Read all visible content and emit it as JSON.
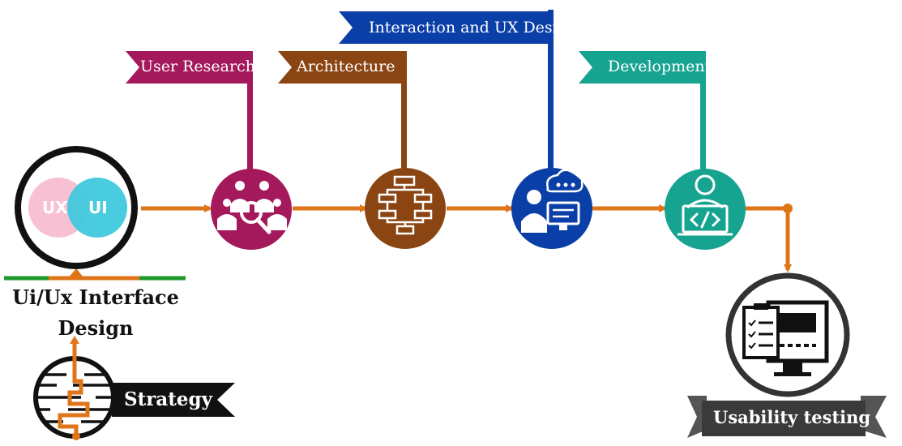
{
  "flags": {
    "user_research": "User Research",
    "architecture": "Architecture",
    "interaction": "Interaction and UX Desing",
    "development": "Development"
  },
  "main": {
    "title_line1": "Ui/Ux Interface",
    "title_line2": "Design",
    "venn_left": "UX",
    "venn_right": "UI"
  },
  "banners": {
    "strategy": "Strategy",
    "usability": "Usability testing"
  },
  "colors": {
    "user_research": "#a3195b",
    "architecture": "#8b4513",
    "interaction": "#0b3fa8",
    "development": "#16a390",
    "arrow": "#e07418",
    "venn_pink": "#f7c1d3",
    "venn_cyan": "#3fc8de",
    "green_line": "#1e9a2a",
    "dark": "#1a1a1a"
  },
  "icons": {
    "user_research": "team-search-icon",
    "architecture": "flowchart-icon",
    "interaction": "user-feedback-icon",
    "development": "developer-code-icon",
    "usability": "checklist-monitor-icon",
    "strategy": "maze-icon"
  }
}
